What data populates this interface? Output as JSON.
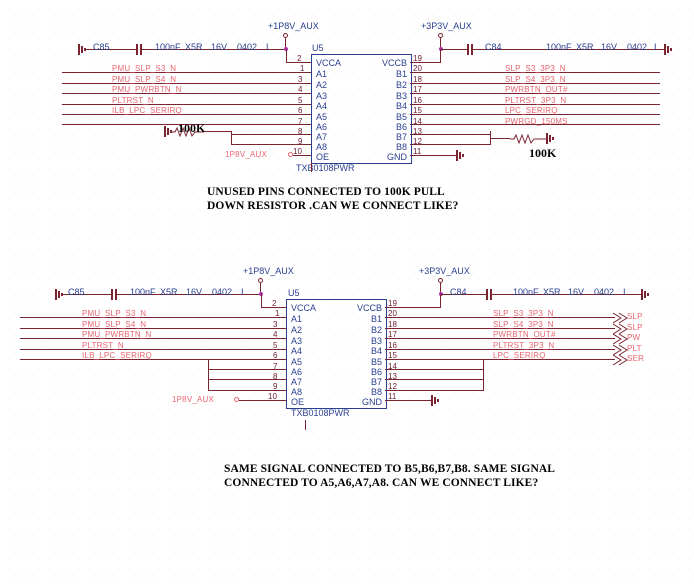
{
  "document": {
    "title": "TXB0108PWR level shifter schematic question",
    "background": "#ffffff",
    "colors": {
      "wire": "#7b2430",
      "net_label": "#e8656f",
      "pin_name": "#2a3f8f",
      "ic_outline": "#2a3f8f",
      "junction": "#b030b0",
      "note_text": "#000000"
    }
  },
  "schematics": [
    {
      "id": "top",
      "component": {
        "refdes": "U5",
        "part_number": "TXB0108PWR"
      },
      "power_rails": [
        {
          "name": "+1P8V_AUX",
          "side": "left"
        },
        {
          "name": "+3P3V_AUX",
          "side": "right"
        }
      ],
      "capacitors": [
        {
          "refdes": "C85",
          "value": "100nF",
          "dielectric": "X5R",
          "voltage": "16V",
          "package": "0402",
          "extra": "I",
          "side": "left"
        },
        {
          "refdes": "C84",
          "value": "100nF",
          "dielectric": "X5R",
          "voltage": "16V",
          "package": "0402",
          "extra": "I",
          "side": "right"
        }
      ],
      "left_pins": [
        {
          "num": "2",
          "name": "VCCA",
          "net": ""
        },
        {
          "num": "1",
          "name": "A1",
          "net": "PMU_SLP_S3_N"
        },
        {
          "num": "3",
          "name": "A2",
          "net": "PMU_SLP_S4_N"
        },
        {
          "num": "4",
          "name": "A3",
          "net": "PMU_PWRBTN_N"
        },
        {
          "num": "5",
          "name": "A4",
          "net": "PLTRST_N"
        },
        {
          "num": "6",
          "name": "A5",
          "net": "ILB_LPC_SERIRQ"
        },
        {
          "num": "7",
          "name": "A6",
          "net": ""
        },
        {
          "num": "8",
          "name": "A7",
          "net": ""
        },
        {
          "num": "9",
          "name": "A8",
          "net": ""
        },
        {
          "num": "10",
          "name": "OE",
          "net": "1P8V_AUX"
        }
      ],
      "right_pins": [
        {
          "num": "19",
          "name": "VCCB",
          "net": ""
        },
        {
          "num": "20",
          "name": "B1",
          "net": "SLP_S3_3P3_N"
        },
        {
          "num": "18",
          "name": "B2",
          "net": "SLP_S4_3P3_N"
        },
        {
          "num": "17",
          "name": "B3",
          "net": "PWRBTN_OUT#"
        },
        {
          "num": "16",
          "name": "B4",
          "net": "PLTRST_3P3_N"
        },
        {
          "num": "15",
          "name": "B5",
          "net": "LPC_SERIRQ"
        },
        {
          "num": "14",
          "name": "B6",
          "net": "PWRGD_150MS"
        },
        {
          "num": "13",
          "name": "B7",
          "net": ""
        },
        {
          "num": "12",
          "name": "B8",
          "net": ""
        },
        {
          "num": "11",
          "name": "GND",
          "net": ""
        }
      ],
      "resistors": [
        {
          "value": "100K",
          "side": "left",
          "note": "pull-down on unused A pins"
        },
        {
          "value": "100K",
          "side": "right",
          "note": "pull-down on unused B pins"
        }
      ],
      "oe_label": "1P8V_AUX",
      "note": "UNUSED PINS CONNECTED TO 100K PULL\nDOWN RESISTOR .CAN WE CONNECT LIKE?"
    },
    {
      "id": "bottom",
      "component": {
        "refdes": "U5",
        "part_number": "TXB0108PWR"
      },
      "power_rails": [
        {
          "name": "+1P8V_AUX",
          "side": "left"
        },
        {
          "name": "+3P3V_AUX",
          "side": "right"
        }
      ],
      "capacitors": [
        {
          "refdes": "C85",
          "value": "100nF",
          "dielectric": "X5R",
          "voltage": "16V",
          "package": "0402",
          "extra": "I",
          "side": "left"
        },
        {
          "refdes": "C84",
          "value": "100nF",
          "dielectric": "X5R",
          "voltage": "16V",
          "package": "0402",
          "extra": "I",
          "side": "right"
        }
      ],
      "left_pins": [
        {
          "num": "2",
          "name": "VCCA",
          "net": ""
        },
        {
          "num": "1",
          "name": "A1",
          "net": "PMU_SLP_S3_N"
        },
        {
          "num": "3",
          "name": "A2",
          "net": "PMU_SLP_S4_N"
        },
        {
          "num": "4",
          "name": "A3",
          "net": "PMU_PWRBTN_N"
        },
        {
          "num": "5",
          "name": "A4",
          "net": "PLTRST_N"
        },
        {
          "num": "6",
          "name": "A5",
          "net": "ILB_LPC_SERIRQ"
        },
        {
          "num": "7",
          "name": "A6",
          "net": ""
        },
        {
          "num": "8",
          "name": "A7",
          "net": ""
        },
        {
          "num": "9",
          "name": "A8",
          "net": ""
        },
        {
          "num": "10",
          "name": "OE",
          "net": "1P8V_AUX"
        }
      ],
      "right_pins": [
        {
          "num": "19",
          "name": "VCCB",
          "net": ""
        },
        {
          "num": "20",
          "name": "B1",
          "net": "SLP_S3_3P3_N"
        },
        {
          "num": "18",
          "name": "B2",
          "net": "SLP_S4_3P3_N"
        },
        {
          "num": "17",
          "name": "B3",
          "net": "PWRBTN_OUT#"
        },
        {
          "num": "16",
          "name": "B4",
          "net": "PLTRST_3P3_N"
        },
        {
          "num": "15",
          "name": "B5",
          "net": "LPC_SERIRQ"
        },
        {
          "num": "14",
          "name": "B6",
          "net": ""
        },
        {
          "num": "13",
          "name": "B7",
          "net": ""
        },
        {
          "num": "12",
          "name": "B8",
          "net": ""
        },
        {
          "num": "11",
          "name": "GND",
          "net": ""
        }
      ],
      "offpage_flags": [
        "SLP",
        "SLP",
        "PW",
        "PLT",
        "SER"
      ],
      "oe_label": "1P8V_AUX",
      "note": "SAME SIGNAL  CONNECTED TO B5,B6,B7,B8. SAME SIGNAL\nCONNECTED TO A5,A6,A7,A8. CAN WE CONNECT LIKE?"
    }
  ]
}
